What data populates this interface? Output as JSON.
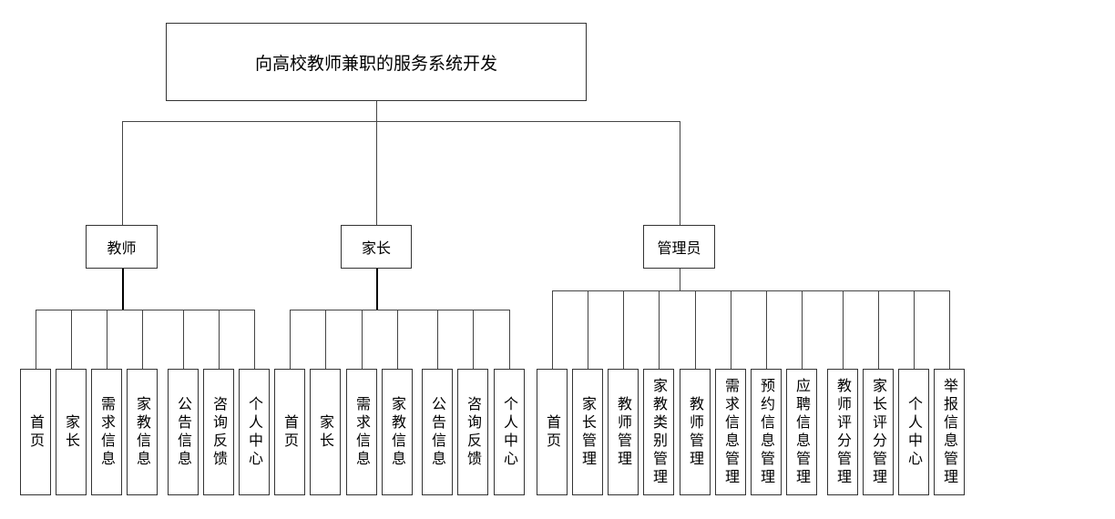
{
  "title": "向高校教师兼职的服务系统开发",
  "roles": [
    {
      "label": "教师",
      "items": [
        "首页",
        "家长",
        "需求信息",
        "家教信息",
        "公告信息",
        "咨询反馈",
        "个人中心"
      ]
    },
    {
      "label": "家长",
      "items": [
        "首页",
        "家长",
        "需求信息",
        "家教信息",
        "公告信息",
        "咨询反馈",
        "个人中心"
      ]
    },
    {
      "label": "管理员",
      "items": [
        "首页",
        "家长管理",
        "教师管理",
        "家教类别管理",
        "教师管理",
        "需求信息管理",
        "预约信息管理",
        "应聘信息管理",
        "教师评分管理",
        "家长评分管理",
        "个人中心",
        "举报信息管理"
      ]
    }
  ]
}
